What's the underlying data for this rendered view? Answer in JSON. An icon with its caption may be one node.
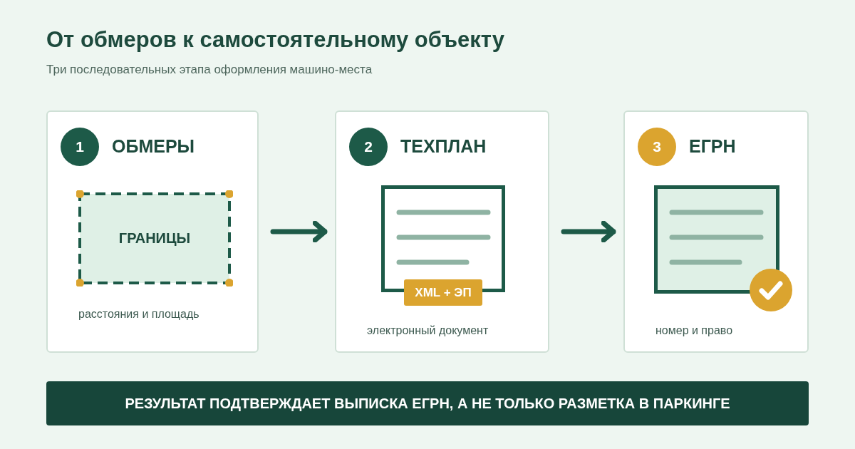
{
  "diagram": {
    "title": "От обмеров к самостоятельному объекту",
    "nodes": [
      {
        "text": [
          "ОБМЕРЫ",
          "расстояния и площадь"
        ]
      },
      {
        "text": [
          "1"
        ],
        "in": 0
      },
      {
        "text": [
          "ГРАНИЦЫ"
        ],
        "in": 0
      },
      {
        "text": [
          "ТЕХПЛАН",
          "электронный документ"
        ]
      },
      {
        "text": [
          "2"
        ],
        "in": 3
      },
      {
        "text": [
          "XML + ЭП"
        ],
        "in": 3
      },
      {
        "text": [
          "ЕГРН",
          "номер и право"
        ]
      },
      {
        "text": [
          "3"
        ],
        "in": 6
      },
      {
        "text": [
          "РЕЗУЛЬТАТ ПОДТВЕРЖДАЕТ ВЫПИСКА ЕГРН, А НЕ ТОЛЬКО РАЗМЕТКА В ПАРКИНГЕ"
        ]
      }
    ],
    "edges": [
      {
        "from": 0,
        "to": 3,
        "arrow": "to"
      },
      {
        "from": 3,
        "to": 6,
        "arrow": "to"
      }
    ],
    "labels": [
      "Три последовательных этапа оформления машино-места"
    ]
  }
}
